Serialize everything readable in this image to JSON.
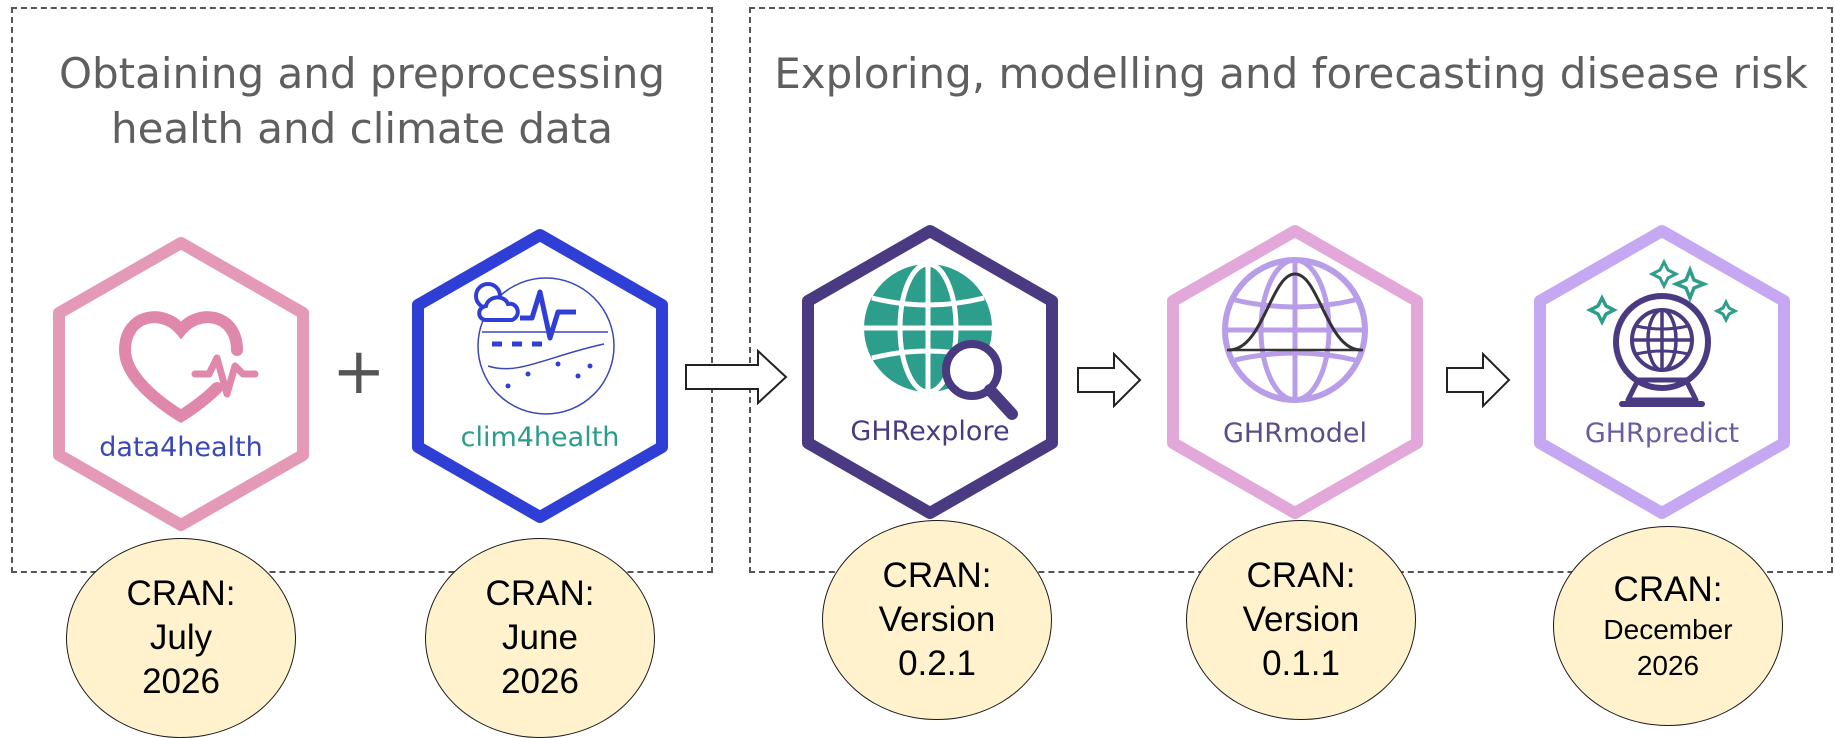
{
  "sections": {
    "left_title_line1": "Obtaining and preprocessing",
    "left_title_line2": "health and climate data",
    "right_title": "Exploring, modelling and forecasting disease risk"
  },
  "plus_sign": "+",
  "packages": [
    {
      "label": "data4health",
      "border_color": "#e499b6",
      "label_color": "#3a47b8",
      "icon": "heart-pulse-icon"
    },
    {
      "label": "clim4health",
      "border_color": "#2f3fd6",
      "label_color": "#2a9d8a",
      "icon": "weather-graph-icon"
    },
    {
      "label": "GHRexplore",
      "border_color": "#4a3a82",
      "label_color": "#4a3a82",
      "icon": "globe-magnifier-icon"
    },
    {
      "label": "GHRmodel",
      "border_color": "#e3a8da",
      "label_color": "#5a4d8a",
      "icon": "globe-bell-curve-icon"
    },
    {
      "label": "GHRpredict",
      "border_color": "#c6a8f2",
      "label_color": "#6b5ba0",
      "icon": "crystal-ball-globe-icon"
    }
  ],
  "release_notes": [
    {
      "line1": "CRAN:",
      "line2": "July",
      "line3": "2026"
    },
    {
      "line1": "CRAN:",
      "line2": "June",
      "line3": "2026"
    },
    {
      "line1": "CRAN:",
      "line2": "Version",
      "line3": "0.2.1"
    },
    {
      "line1": "CRAN:",
      "line2": "Version",
      "line3": "0.1.1"
    },
    {
      "line1": "CRAN:",
      "line2": "December",
      "line3": "2026"
    }
  ],
  "colors": {
    "oval_fill": "#fff2cc",
    "teal_icon": "#2e9e8c",
    "dashed_border": "#555555"
  }
}
